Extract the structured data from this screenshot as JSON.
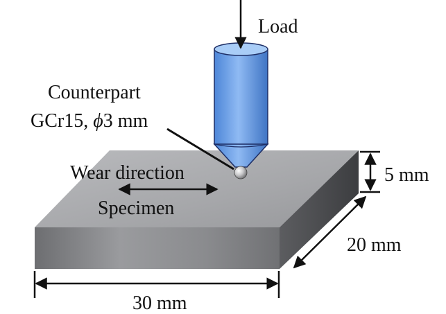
{
  "labels": {
    "load": "Load",
    "counterpart_line1": "Counterpart",
    "counterpart_line2_prefix": "GCr15, ",
    "phi_symbol": "ϕ",
    "counterpart_line2_suffix": "3 mm",
    "wear_direction": "Wear direction",
    "specimen": "Specimen",
    "thickness": "5 mm",
    "depth": "20 mm",
    "length": "30 mm"
  },
  "colors": {
    "block_top": "#a9aaad",
    "block_front": "#8c8d90",
    "block_side": "#4a4b4e",
    "pin": "#6b9ee8",
    "pin_stroke": "#1e2f66",
    "lines": "#111111"
  }
}
